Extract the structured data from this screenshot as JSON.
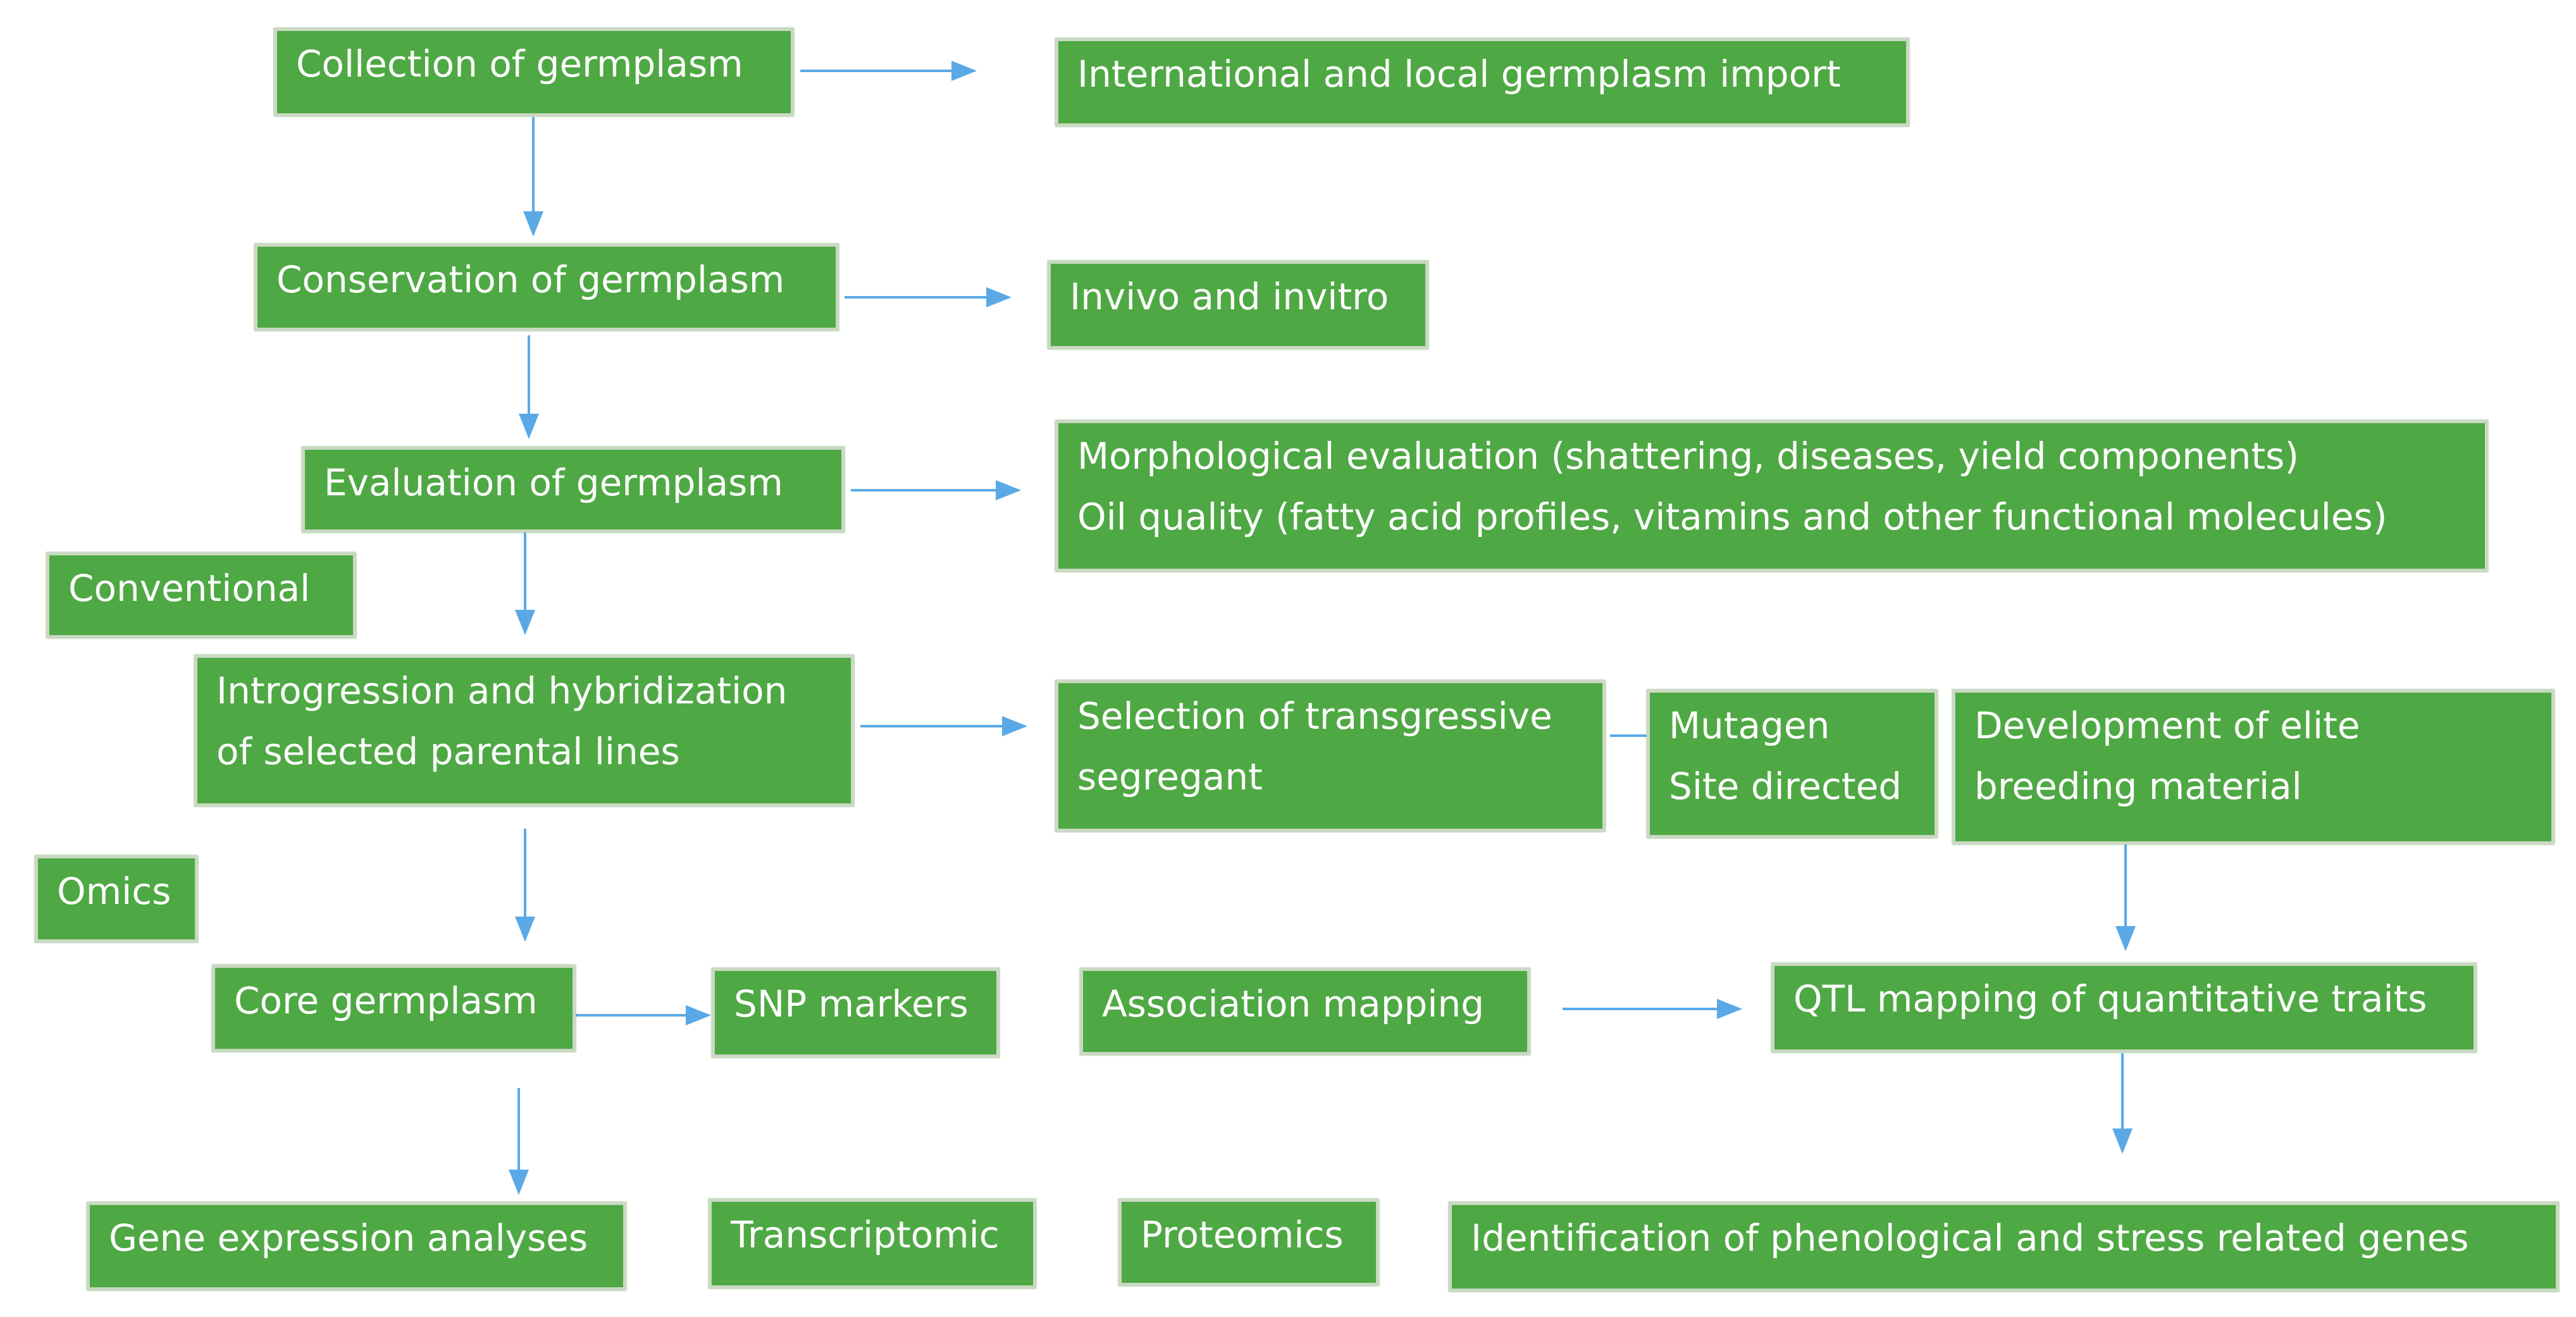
{
  "diagram": {
    "collection": "Collection of germplasm",
    "import": "International and local germplasm import",
    "conservation": "Conservation of germplasm",
    "invivo": "Invivo and invitro",
    "evaluation": "Evaluation of germplasm",
    "morph_line1": "Morphological evaluation (shattering, diseases, yield components)",
    "morph_line2": "Oil quality (fatty acid profiles, vitamins and other functional molecules)",
    "conventional": "Conventional",
    "introgression_line1": "Introgression and hybridization",
    "introgression_line2": "of selected parental lines",
    "selection_line1": "Selection of transgressive",
    "selection_line2": "segregant",
    "mutagen_line1": "Mutagen",
    "mutagen_line2": "Site directed",
    "elite_line1": "Development of elite",
    "elite_line2": "breeding material",
    "omics": "Omics",
    "core": "Core germplasm",
    "snp": "SNP markers",
    "association": "Association mapping",
    "qtl": "QTL mapping of quantitative traits",
    "gene_expression": "Gene expression analyses",
    "transcriptomic": "Transcriptomic",
    "proteomics": "Proteomics",
    "identification": "Identification  of phenological and stress  related genes"
  },
  "colors": {
    "box_fill": "#4ea843",
    "box_border": "#c9d9c2",
    "text": "#ffffff",
    "arrow": "#5aa9e6"
  }
}
